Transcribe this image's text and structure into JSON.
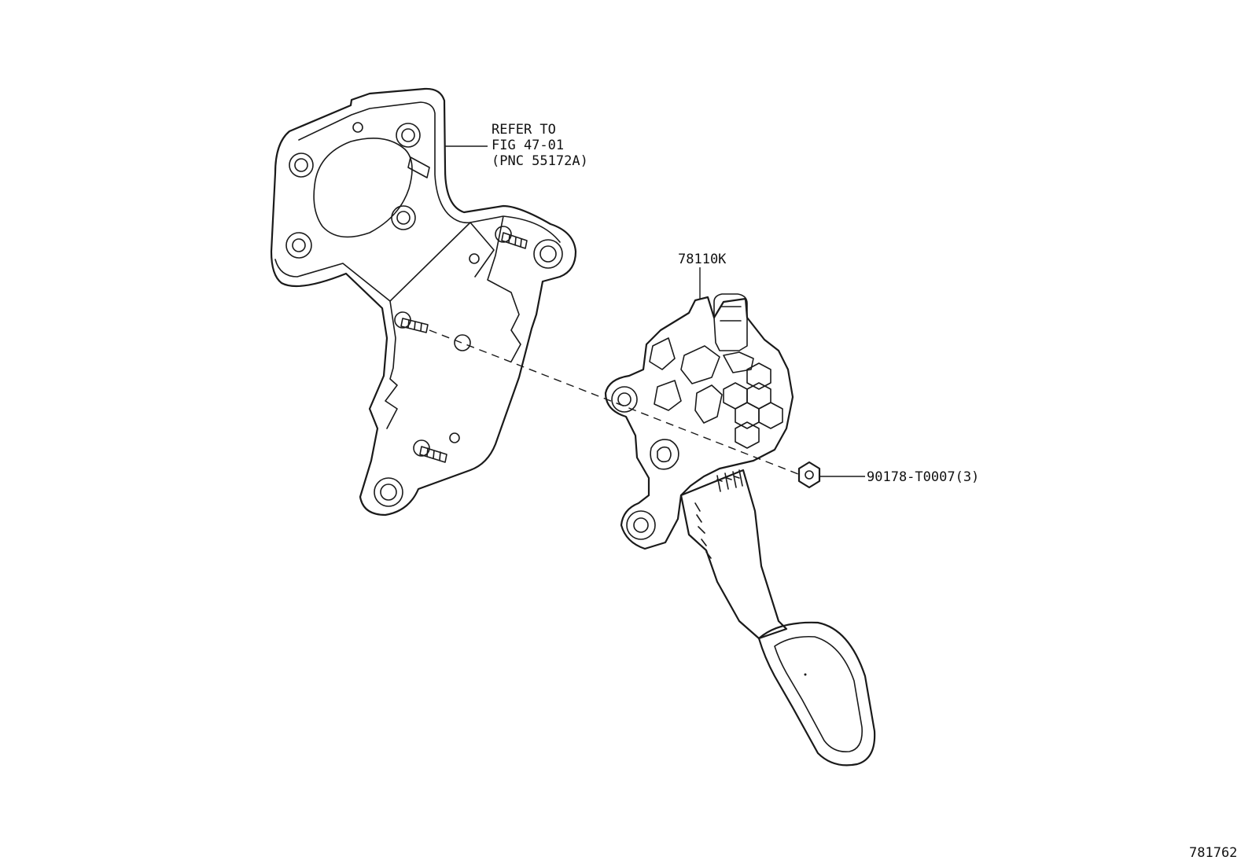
{
  "labels": {
    "bracket_ref_line1": "REFER TO",
    "bracket_ref_line2": "FIG 47-01",
    "bracket_ref_line3": "(PNC 55172A)",
    "pedal_part_no": "78110K",
    "nut_part_no": "90178-T0007(3)",
    "figure_id": "781762"
  }
}
